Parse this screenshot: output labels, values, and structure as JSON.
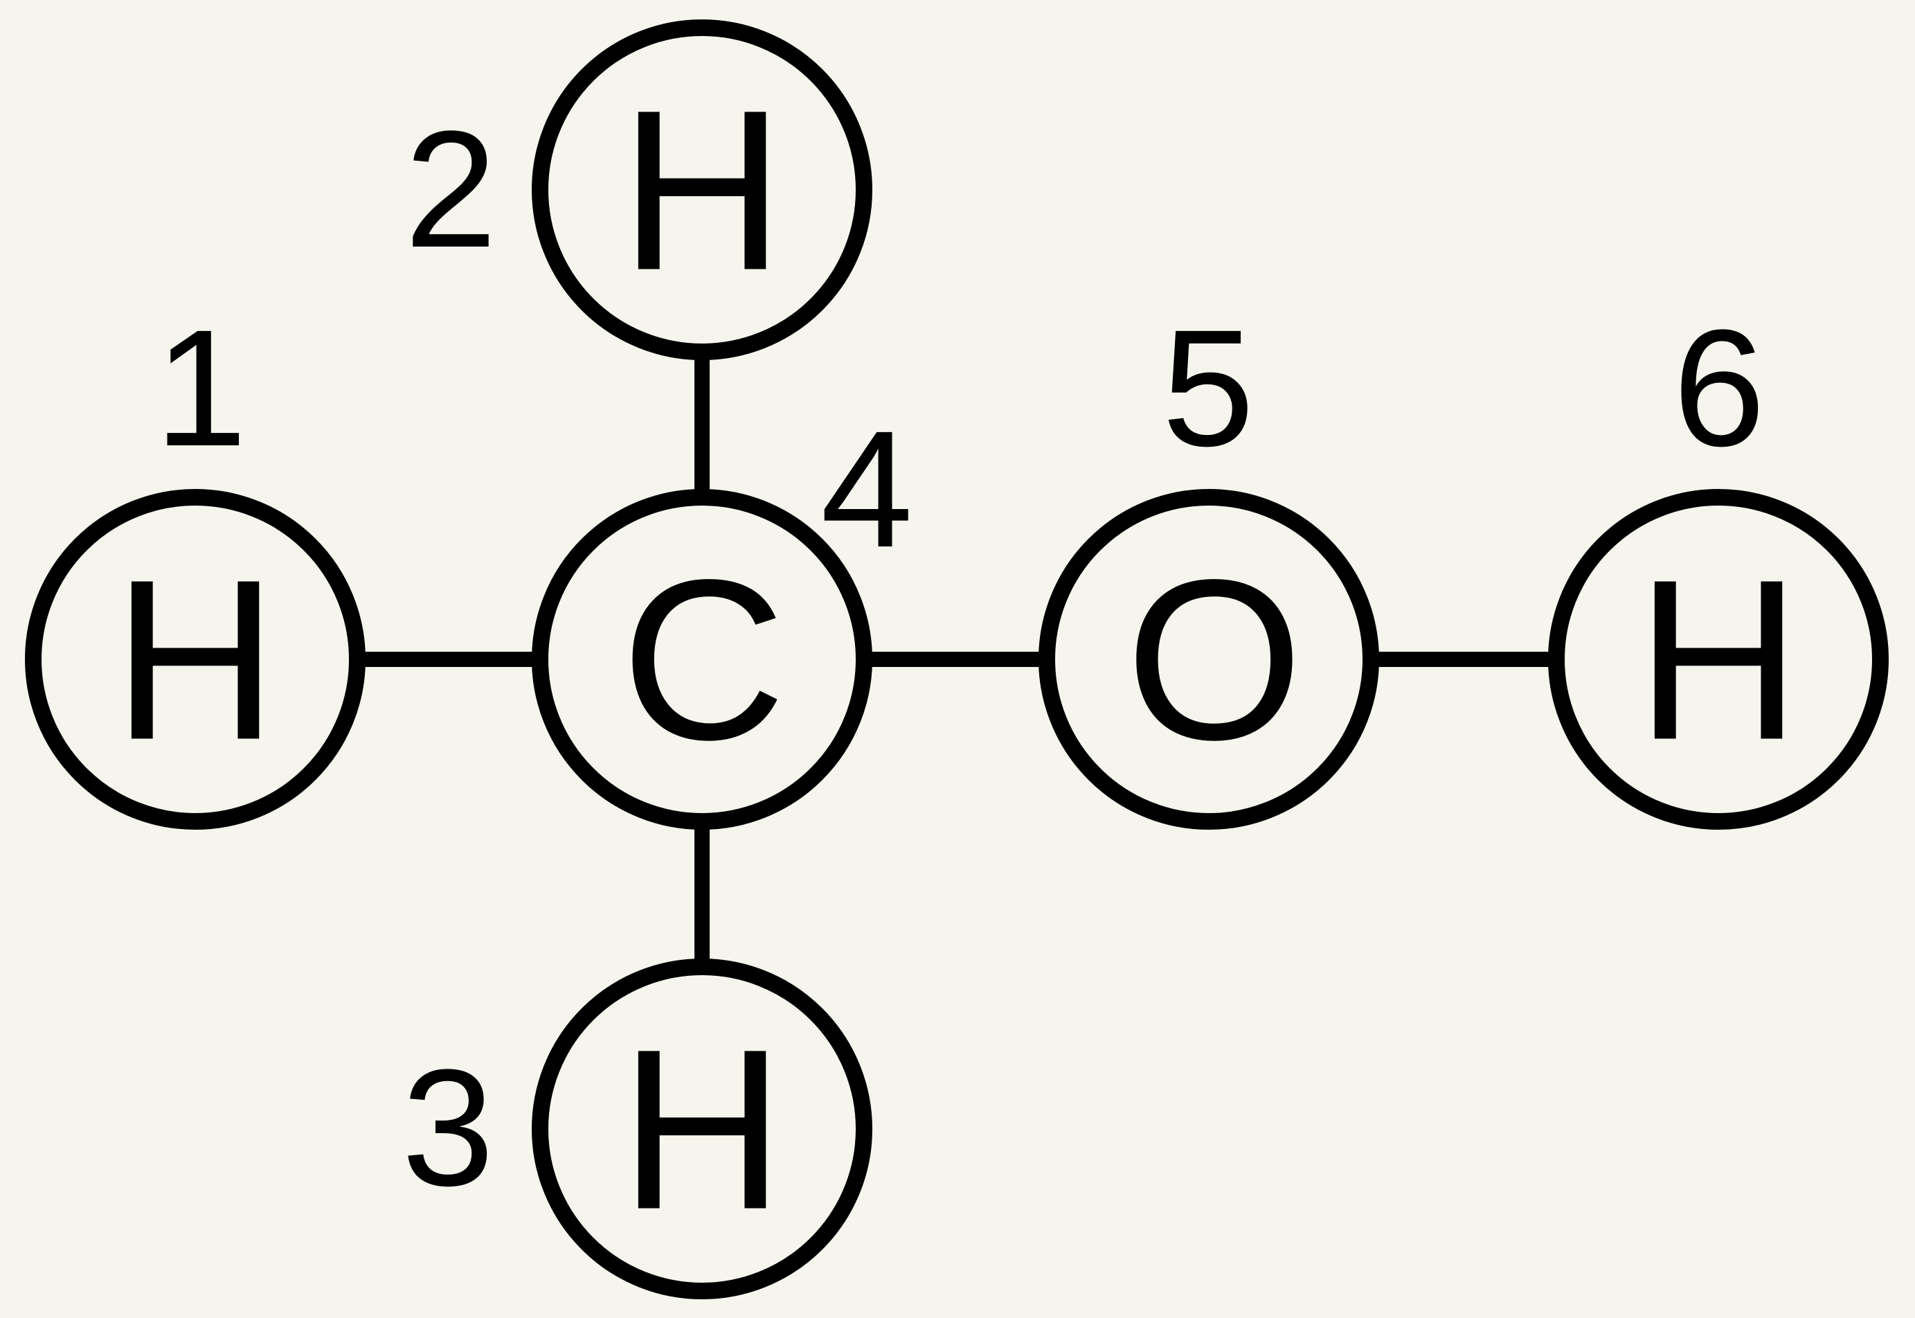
{
  "colors": {
    "background": "#f5f5ed",
    "ink": "#000000"
  },
  "atoms": [
    {
      "id": "h1",
      "symbol": "H",
      "number": "1"
    },
    {
      "id": "h2",
      "symbol": "H",
      "number": "2"
    },
    {
      "id": "h3",
      "symbol": "H",
      "number": "3"
    },
    {
      "id": "c",
      "symbol": "C",
      "number": "4"
    },
    {
      "id": "o",
      "symbol": "O",
      "number": "5"
    },
    {
      "id": "h6",
      "symbol": "H",
      "number": "6"
    }
  ],
  "bonds": [
    {
      "from": "h1",
      "to": "c"
    },
    {
      "from": "h2",
      "to": "c"
    },
    {
      "from": "h3",
      "to": "c"
    },
    {
      "from": "c",
      "to": "o"
    },
    {
      "from": "o",
      "to": "h6"
    }
  ]
}
